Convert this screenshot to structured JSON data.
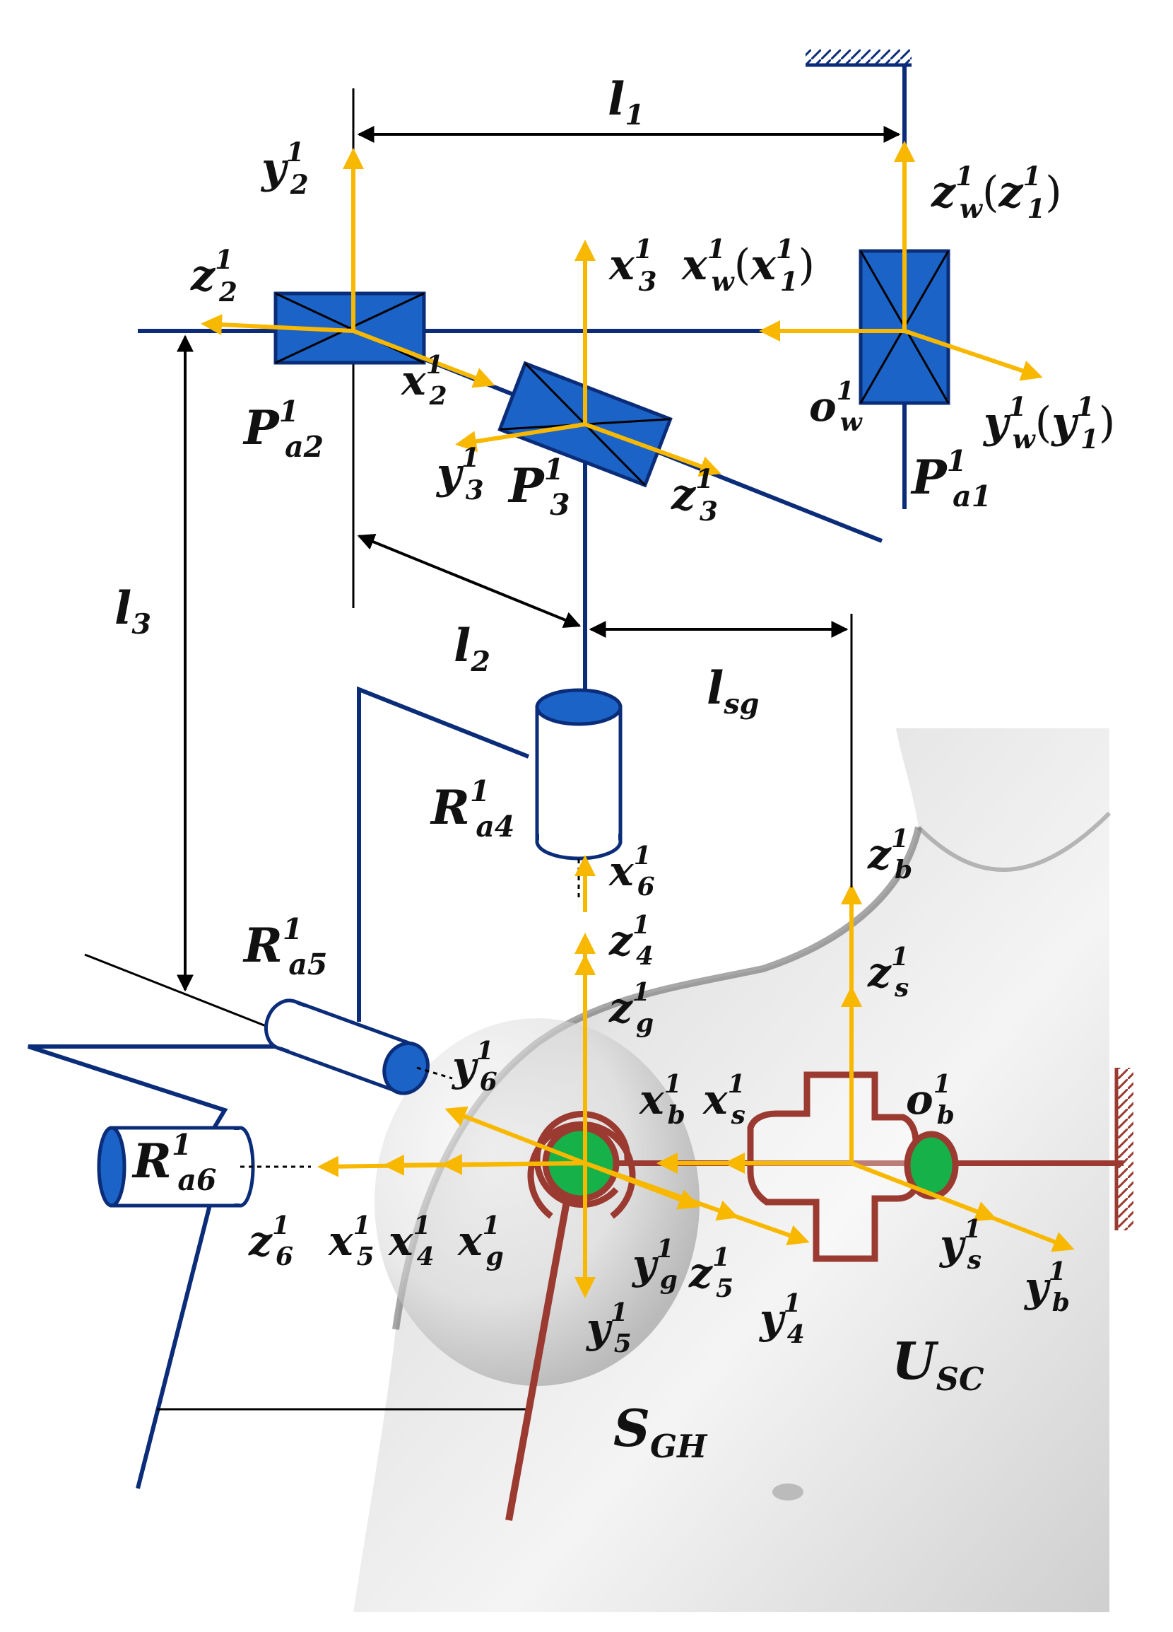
{
  "colors": {
    "robot": "#0b2d79",
    "joint_fill": "#1b63c6",
    "axis": "#f8b800",
    "human_joint": "#9a3a30",
    "joint_core": "#17b14a",
    "dimension": "#000000",
    "label": "#111111",
    "skin_light": "#f2f2f2",
    "skin_dark": "#8a8a8a"
  },
  "labels": {
    "l1": {
      "base": "l",
      "sub": "1"
    },
    "l2": {
      "base": "l",
      "sub": "2"
    },
    "l3": {
      "base": "l",
      "sub": "3"
    },
    "lsg": {
      "base": "l",
      "sub": "sg"
    },
    "y2": {
      "base": "y",
      "sub": "2",
      "sup": "1"
    },
    "zw": {
      "base": "z",
      "sub": "w",
      "sup": "1",
      "alt_base": "z",
      "alt_sub": "1",
      "alt_sup": "1"
    },
    "z2": {
      "base": "z",
      "sub": "2",
      "sup": "1"
    },
    "x3": {
      "base": "x",
      "sub": "3",
      "sup": "1"
    },
    "xw": {
      "base": "x",
      "sub": "w",
      "sup": "1",
      "alt_base": "x",
      "alt_sub": "1",
      "alt_sup": "1"
    },
    "x2": {
      "base": "x",
      "sub": "2",
      "sup": "1"
    },
    "ow": {
      "base": "o",
      "sub": "w",
      "sup": "1"
    },
    "yw": {
      "base": "y",
      "sub": "w",
      "sup": "1",
      "alt_base": "y",
      "alt_sub": "1",
      "alt_sup": "1"
    },
    "Pa2": {
      "base": "P",
      "sub": "a2",
      "sup": "1"
    },
    "y3": {
      "base": "y",
      "sub": "3",
      "sup": "1"
    },
    "P3": {
      "base": "P",
      "sub": "3",
      "sup": "1"
    },
    "z3": {
      "base": "z",
      "sub": "3",
      "sup": "1"
    },
    "Pa1": {
      "base": "P",
      "sub": "a1",
      "sup": "1"
    },
    "Ra4": {
      "base": "R",
      "sub": "a4",
      "sup": "1"
    },
    "x6": {
      "base": "x",
      "sub": "6",
      "sup": "1"
    },
    "zb": {
      "base": "z",
      "sub": "b",
      "sup": "1"
    },
    "z4": {
      "base": "z",
      "sub": "4",
      "sup": "1"
    },
    "zs": {
      "base": "z",
      "sub": "s",
      "sup": "1"
    },
    "Ra5": {
      "base": "R",
      "sub": "a5",
      "sup": "1"
    },
    "zg": {
      "base": "z",
      "sub": "g",
      "sup": "1"
    },
    "y6": {
      "base": "y",
      "sub": "6",
      "sup": "1"
    },
    "xb": {
      "base": "x",
      "sub": "b",
      "sup": "1"
    },
    "xs": {
      "base": "x",
      "sub": "s",
      "sup": "1"
    },
    "ob": {
      "base": "o",
      "sub": "b",
      "sup": "1"
    },
    "Ra6": {
      "base": "R",
      "sub": "a6",
      "sup": "1"
    },
    "z6": {
      "base": "z",
      "sub": "6",
      "sup": "1"
    },
    "x5": {
      "base": "x",
      "sub": "5",
      "sup": "1"
    },
    "x4": {
      "base": "x",
      "sub": "4",
      "sup": "1"
    },
    "xg": {
      "base": "x",
      "sub": "g",
      "sup": "1"
    },
    "yg": {
      "base": "y",
      "sub": "g",
      "sup": "1"
    },
    "z5": {
      "base": "z",
      "sub": "5",
      "sup": "1"
    },
    "y4": {
      "base": "y",
      "sub": "4",
      "sup": "1"
    },
    "ys": {
      "base": "y",
      "sub": "s",
      "sup": "1"
    },
    "yb": {
      "base": "y",
      "sub": "b",
      "sup": "1"
    },
    "y5": {
      "base": "y",
      "sub": "5",
      "sup": "1"
    },
    "Usc": {
      "base": "U",
      "sub": "SC"
    },
    "Sgh": {
      "base": "S",
      "sub": "GH"
    }
  }
}
